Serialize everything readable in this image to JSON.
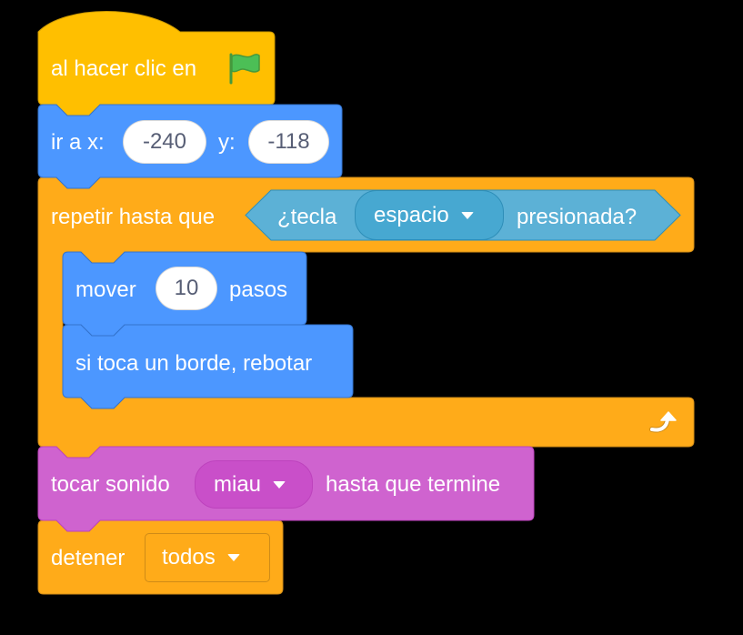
{
  "colors": {
    "events": "#ffbf00",
    "events_border": "#cc9900",
    "motion": "#4c97ff",
    "motion_border": "#3373cc",
    "control": "#ffab19",
    "control_border": "#cf8b17",
    "sensing": "#5cb1d6",
    "sensing_field": "#47a8d1",
    "sensing_border": "#2e8eb8",
    "sound": "#cf63cf",
    "sound_field": "#c94fc9",
    "sound_border": "#bd42bd",
    "flag": "#4cbf56",
    "text": "#ffffff",
    "input_text": "#575e75",
    "background": "#000000"
  },
  "script": {
    "hat": {
      "label": "al hacer clic en",
      "icon": "green-flag-icon"
    },
    "goto": {
      "label_x": "ir a x:",
      "x_value": "-240",
      "label_y": "y:",
      "y_value": "-118"
    },
    "repeat_until": {
      "label": "repetir hasta que",
      "condition": {
        "prefix": "¿tecla",
        "key": "espacio",
        "suffix": "presionada?"
      },
      "loop_icon": "repeat-arrow-icon",
      "body": {
        "move": {
          "label": "mover",
          "steps": "10",
          "suffix": "pasos"
        },
        "bounce": {
          "label": "si toca un borde, rebotar"
        }
      }
    },
    "play_sound": {
      "label": "tocar sonido",
      "sound": "miau",
      "suffix": "hasta que termine"
    },
    "stop": {
      "label": "detener",
      "option": "todos"
    }
  }
}
